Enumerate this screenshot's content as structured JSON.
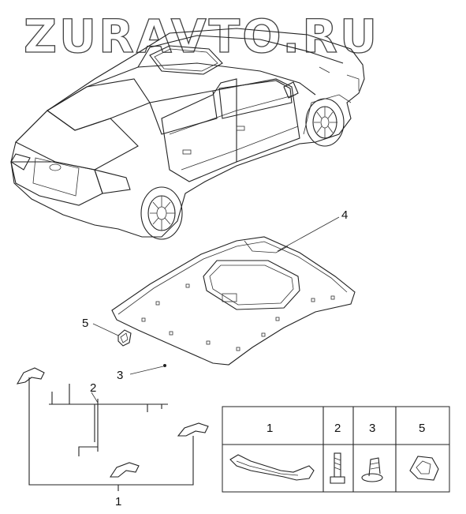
{
  "watermark": "ZURAVTO.RU",
  "callouts": {
    "headliner": "4",
    "clip": "5",
    "fastener": "3",
    "wiring": "2",
    "grab_handle": "1"
  },
  "parts_table": {
    "headers": [
      "1",
      "2",
      "3",
      "5"
    ]
  }
}
